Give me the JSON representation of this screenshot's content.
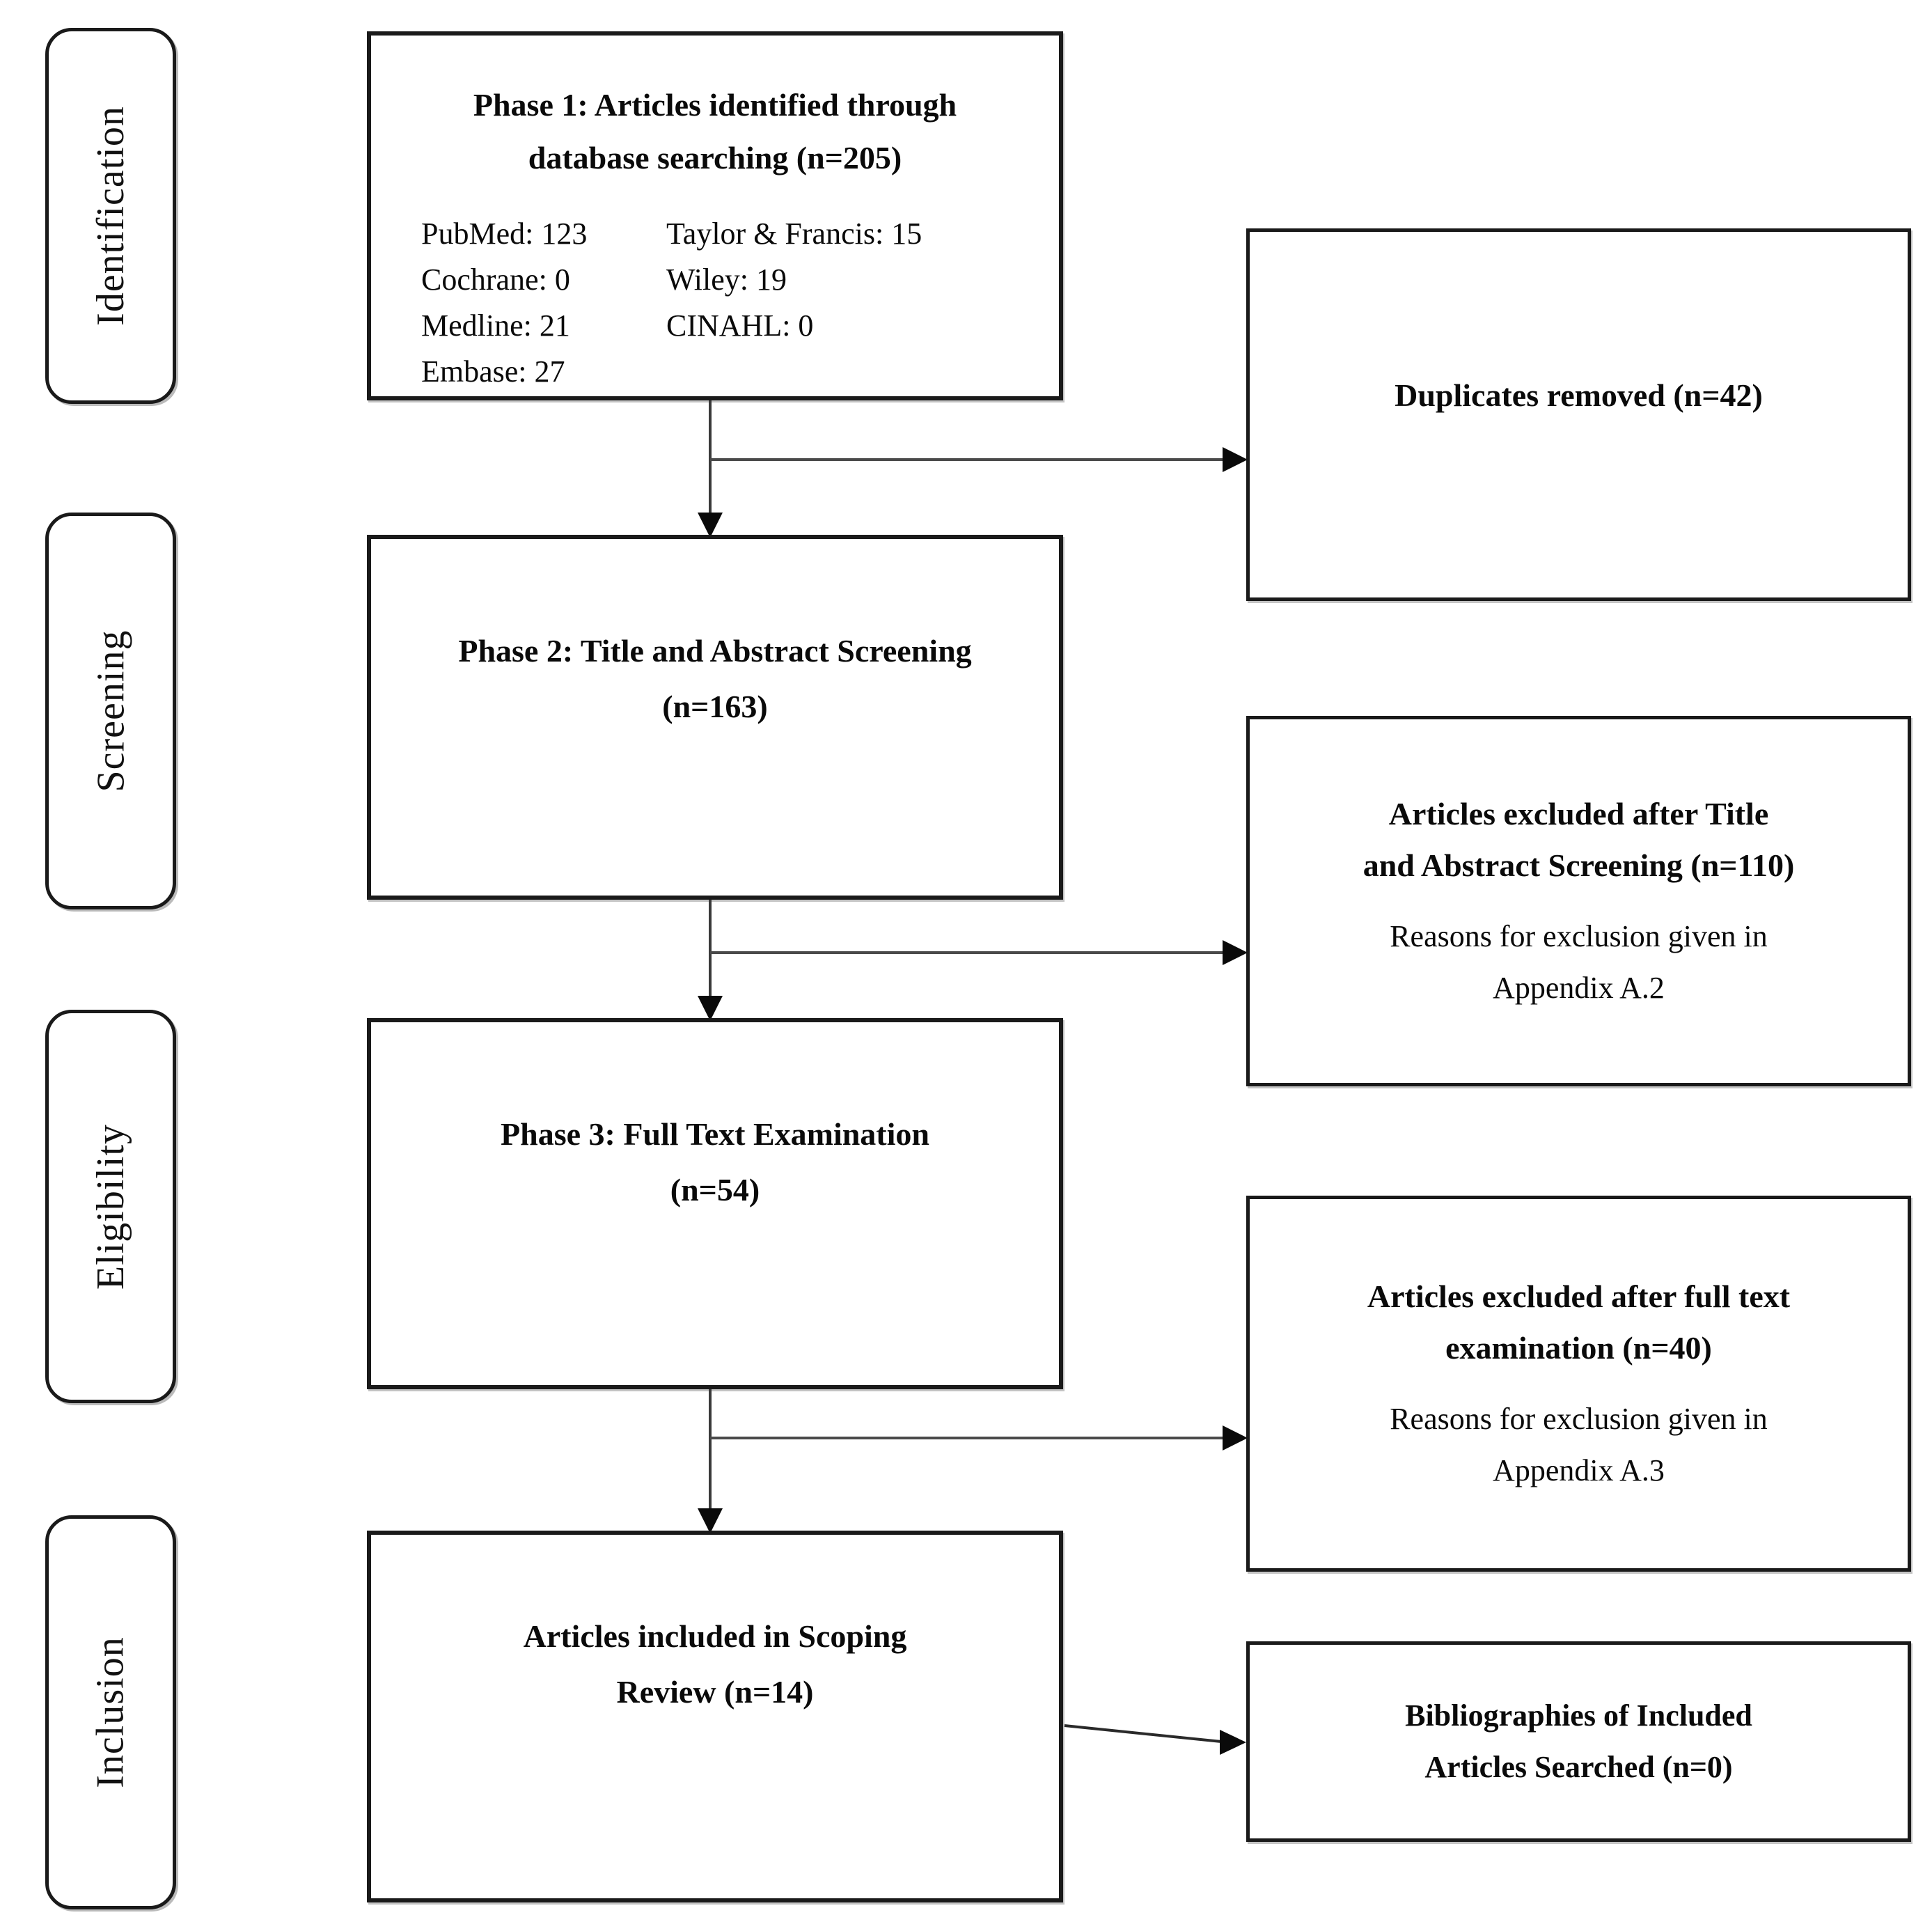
{
  "diagram": {
    "stages": [
      {
        "label": "Identification"
      },
      {
        "label": "Screening"
      },
      {
        "label": "Eligibility"
      },
      {
        "label": "Inclusion"
      }
    ],
    "phase1": {
      "title1": "Phase 1: Articles identified through",
      "title2": "database searching (n=205)",
      "stats_col1": [
        "PubMed: 123",
        "Cochrane: 0",
        "Medline: 21",
        "Embase: 27"
      ],
      "stats_col2": [
        "Taylor & Francis: 15",
        "Wiley: 19",
        "CINAHL: 0"
      ]
    },
    "phase2": {
      "line1": "Phase 2: Title and Abstract Screening",
      "line2": "(n=163)"
    },
    "phase3": {
      "line1": "Phase 3: Full Text Examination",
      "line2": "(n=54)"
    },
    "included": {
      "line1": "Articles included in Scoping",
      "line2": "Review (n=14)"
    },
    "duplicates": {
      "line1": "Duplicates removed (n=42)"
    },
    "excluded_title_abstract": {
      "bold1": "Articles excluded after Title",
      "bold2": "and Abstract Screening (n=110)",
      "note1": "Reasons for exclusion given in",
      "note2": "Appendix A.2"
    },
    "excluded_full_text": {
      "bold1": "Articles excluded after full text",
      "bold2": "examination (n=40)",
      "note1": "Reasons for exclusion given in",
      "note2": "Appendix A.3"
    },
    "bibliographies": {
      "line1": "Bibliographies of Included",
      "line2": "Articles Searched (n=0)"
    },
    "colors": {
      "text": "#0a0a0a",
      "border": "#1a1a1a",
      "background": "#ffffff",
      "arrow_line": "#4a4a4a",
      "arrow_head": "#0a0a0a"
    }
  }
}
